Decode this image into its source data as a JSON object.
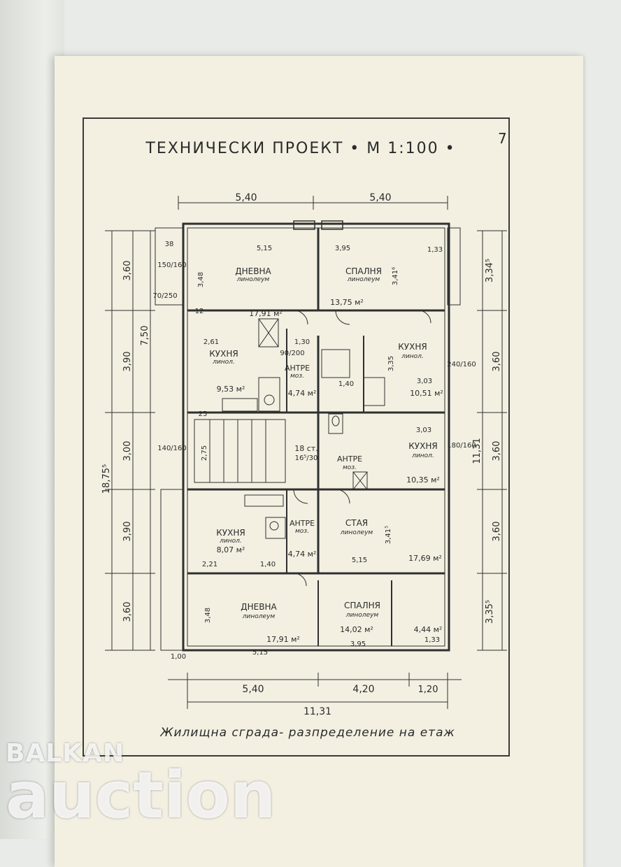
{
  "page": {
    "title": "Технически проект • М 1:100 •",
    "number": "7",
    "caption": "Жилищна сграда- разпределение на етаж"
  },
  "rooms": [
    {
      "name": "ДНЕВНА",
      "floor": "линолеум"
    },
    {
      "name": "СПАЛНЯ",
      "floor": "линолеум"
    },
    {
      "name": "КУХНЯ",
      "floor": "линол."
    },
    {
      "name": "АНТРЕ",
      "floor": "моз."
    },
    {
      "name": "КУХНЯ",
      "floor": "линол."
    },
    {
      "name": "КУХНЯ",
      "floor": "линол."
    },
    {
      "name": "АНТРЕ",
      "floor": "моз."
    },
    {
      "name": "КУХНЯ",
      "floor": "линол."
    },
    {
      "name": "АНТРЕ",
      "floor": "моз."
    },
    {
      "name": "СТАЯ",
      "floor": "линолеум"
    },
    {
      "name": "ДНЕВНА",
      "floor": "линолеум"
    },
    {
      "name": "СПАЛНЯ",
      "floor": "линолеум"
    }
  ],
  "areas": [
    "17,91 м²",
    "13,75 м²",
    "9,53 м²",
    "4,74 м²",
    "10,51 м²",
    "10,35 м²",
    "8,07 м²",
    "4,74 м²",
    "17,69 м²",
    "17,91 м²",
    "14,02 м²",
    "4,44 м²"
  ],
  "stair": {
    "label": "18 ст.",
    "size": "16⁵/30"
  },
  "dims": {
    "top1": "5,40",
    "top2": "5,40",
    "bot1": "5,40",
    "bot2": "4,20",
    "bot3": "1,20",
    "total": "11,31",
    "left_total": "18,75⁵",
    "right_total": "11,31",
    "left_a": "3,60",
    "left_b": "7,50",
    "left_c": "3,90",
    "left_d": "3,00",
    "left_e": "3,90",
    "left_f": "3,60",
    "right_a": "3,34⁵",
    "right_b": "3,60",
    "right_c": "3,60",
    "right_d": "3,60",
    "right_e": "3,35⁵",
    "inner": [
      "5,15",
      "3,95",
      "2,61",
      "1,30",
      "3,03",
      "1,40",
      "3,03",
      "2,21",
      "1,40",
      "5,15",
      "5,15",
      "3,95",
      "3,35",
      "3,48",
      "3,48",
      "3,41⁶",
      "3,41⁵",
      "2,75",
      "1,33",
      "1,33",
      "1,00",
      "12",
      "25",
      "38",
      "70/250",
      "90/200",
      "150/160",
      "140/160",
      "240/160",
      "180/160"
    ]
  },
  "watermark": {
    "top": "BALKAN",
    "bottom": "auction"
  }
}
